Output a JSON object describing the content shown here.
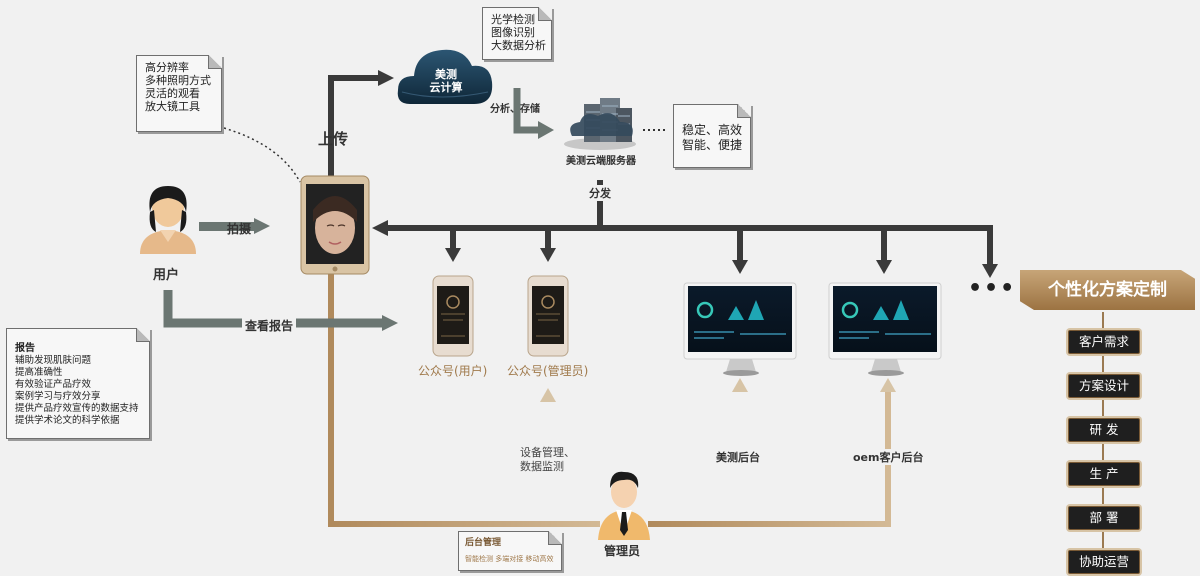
{
  "notes": {
    "top_left": [
      "高分辨率",
      "多种照明方式",
      "灵活的观看",
      "放大镜工具"
    ],
    "cloud": [
      "光学检测",
      "图像识别",
      "大数据分析"
    ],
    "server": [
      "稳定、高效",
      "智能、便捷"
    ],
    "report_title": "报告",
    "report": [
      "辅助发现肌肤问题",
      "提高准确性",
      "有效验证产品疗效",
      "案例学习与疗效分享",
      "提供产品疗效宣传的数据支持",
      "提供学术论文的科学依据"
    ]
  },
  "cloud_label": [
    "美测",
    "云计算"
  ],
  "labels": {
    "upload": "上传",
    "analyze_store": "分析、存储",
    "server": "美测云端服务器",
    "distribute": "分发",
    "shoot": "拍摄",
    "user": "用户",
    "view_report": "查看报告",
    "wechat_user": "公众号(用户)",
    "wechat_admin": "公众号(管理员)",
    "device_mgmt": [
      "设备管理、",
      "数据监测"
    ],
    "meice_backend": "美测后台",
    "oem_backend": "oem客户后台",
    "admin": "管理员",
    "backend_title": "后台管理",
    "backend_sub": "智能检测 多端对接 移动高效",
    "ellipsis": "•••"
  },
  "custom": {
    "banner": "个性化方案定制",
    "steps": [
      "客户需求",
      "方案设计",
      "研 发",
      "生 产",
      "部 署",
      "协助运营"
    ]
  },
  "colors": {
    "accent_gold": "#b89467",
    "dark_arrow": "#3a3a3a",
    "grey_arrow": "#6b7672",
    "cloud": "#1e3d55"
  }
}
